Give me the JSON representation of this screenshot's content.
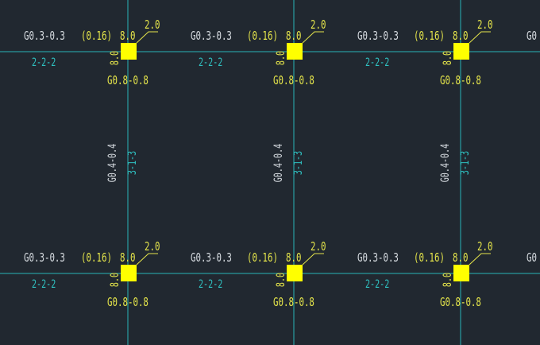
{
  "colors": {
    "background": "#212830",
    "axis": "#29b3b8",
    "column": "#ffff00",
    "text_yellow": "#e6e64b",
    "text_white": "#d8dde2",
    "text_cyan": "#2fc0c0"
  },
  "labels": {
    "beam_top_left": "G0.3-0.3",
    "ratio": "(0.16)",
    "col_value": "8.0",
    "leader_value": "2.0",
    "col_side": "8.0",
    "beam_rebar": "2-2-2",
    "col_bottom": "G0.8-0.8",
    "vert_beam_a": "G0.4-0.4",
    "vert_beam_b": "3-1-3"
  }
}
